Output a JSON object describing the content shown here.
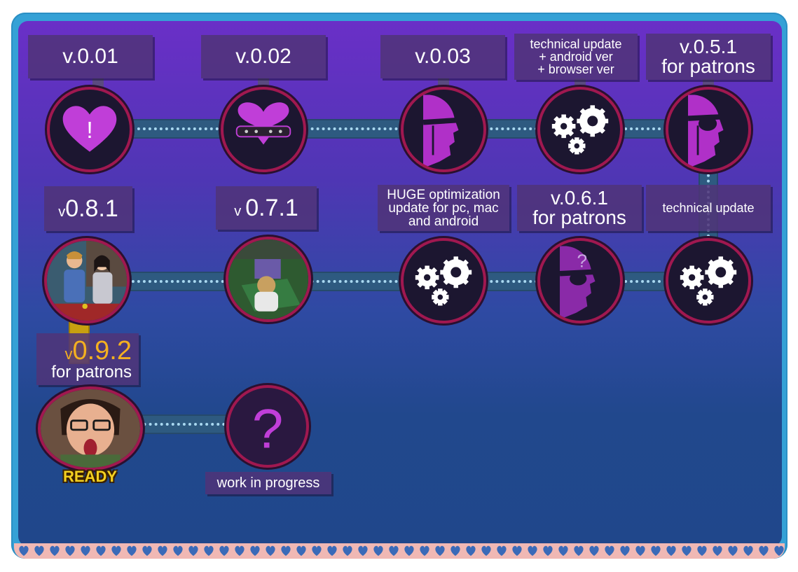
{
  "colors": {
    "panel_top": "#6a2fc7",
    "panel_bottom": "#20478b",
    "frame": "#35a1d6",
    "track": "#2e5a80",
    "track_dots": "#a9d8f0",
    "node_ring": "#a01850",
    "label_bg": "#503478",
    "accent_gold": "#f4b020",
    "icon_magenta": "#c03ed8"
  },
  "milestones": [
    {
      "id": "v001",
      "label": "v.0.01",
      "icon": "heart-exclamation-icon"
    },
    {
      "id": "v002",
      "label": "v.0.02",
      "icon": "heart-collar-icon"
    },
    {
      "id": "v003",
      "label": "v.0.03",
      "icon": "blindfold-silhouette-icon"
    },
    {
      "id": "tech1",
      "label_lines": [
        "technical update",
        "+ android ver",
        "+ browser ver"
      ],
      "icon": "gears-icon"
    },
    {
      "id": "v051",
      "label_lines": [
        "v.0.5.1",
        "for patrons"
      ],
      "icon": "eyepatch-silhouette-icon"
    },
    {
      "id": "tech2",
      "label": "technical update",
      "icon": "gears-icon"
    },
    {
      "id": "v061",
      "label_lines": [
        "v.0.6.1",
        "for patrons"
      ],
      "icon": "question-silhouette-icon"
    },
    {
      "id": "huge",
      "label_lines": [
        "HUGE optimization",
        "update for pc, mac",
        "and android"
      ],
      "icon": "gears-icon"
    },
    {
      "id": "v071",
      "label_prefix": "v",
      "label": "0.7.1",
      "icon": "character-topdown-icon"
    },
    {
      "id": "v081",
      "label_prefix": "v",
      "label": "0.8.1",
      "icon": "two-characters-icon"
    },
    {
      "id": "v092",
      "label_prefix": "v",
      "label": "0.9.2",
      "label_sub": "for patrons",
      "icon": "woman-glasses-icon",
      "status": "READY"
    },
    {
      "id": "wip",
      "label": "work in progress",
      "icon": "question-mark-icon"
    }
  ]
}
